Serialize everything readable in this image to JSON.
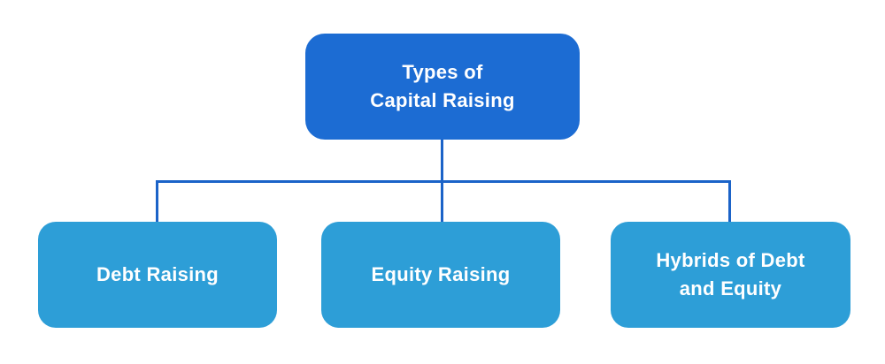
{
  "diagram": {
    "type": "org-chart",
    "root": {
      "label": "Types of\nCapital Raising"
    },
    "children": [
      {
        "label": "Debt Raising"
      },
      {
        "label": "Equity Raising"
      },
      {
        "label": "Hybrids of Debt\nand Equity"
      }
    ]
  },
  "colors": {
    "root_fill": "#1c6cd3",
    "child_fill": "#2d9ed7",
    "connector_line": "#1b63c8",
    "text": "#ffffff",
    "background": "#ffffff"
  }
}
